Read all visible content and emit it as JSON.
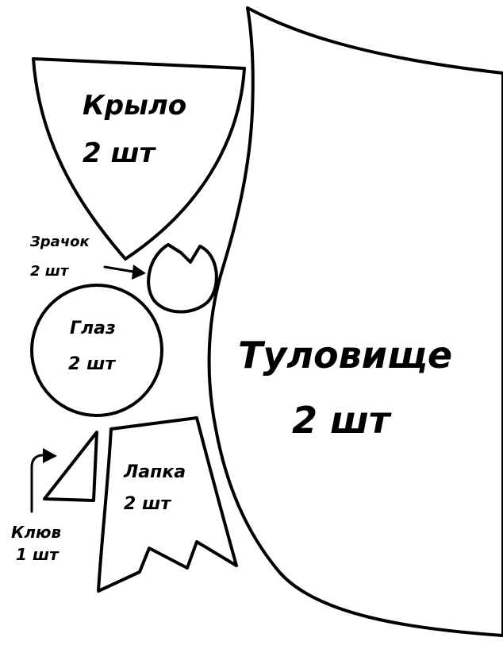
{
  "pattern": {
    "body": {
      "name": "Туловище",
      "qty": "2 шт"
    },
    "wing": {
      "name": "Крыло",
      "qty": "2 шт"
    },
    "pupil": {
      "name": "Зрачок",
      "qty": "2 шт"
    },
    "eye": {
      "name": "Глаз",
      "qty": "2 шт"
    },
    "foot": {
      "name": "Лапка",
      "qty": "2 шт"
    },
    "beak": {
      "name": "Клюв",
      "qty": "1 шт"
    }
  },
  "colors": {
    "ink": "#000000",
    "paper": "#ffffff"
  }
}
